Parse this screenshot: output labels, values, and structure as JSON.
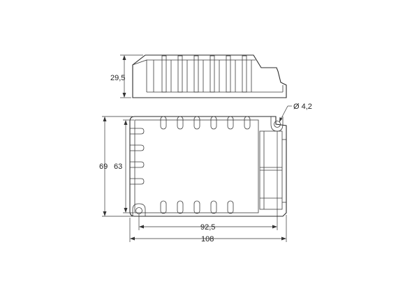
{
  "dimensions": {
    "height_side": "29,5",
    "hole_diameter": "Ø 4,2",
    "overall_height": "69",
    "inner_height": "63",
    "hole_spacing": "92,5",
    "overall_length": "108"
  }
}
